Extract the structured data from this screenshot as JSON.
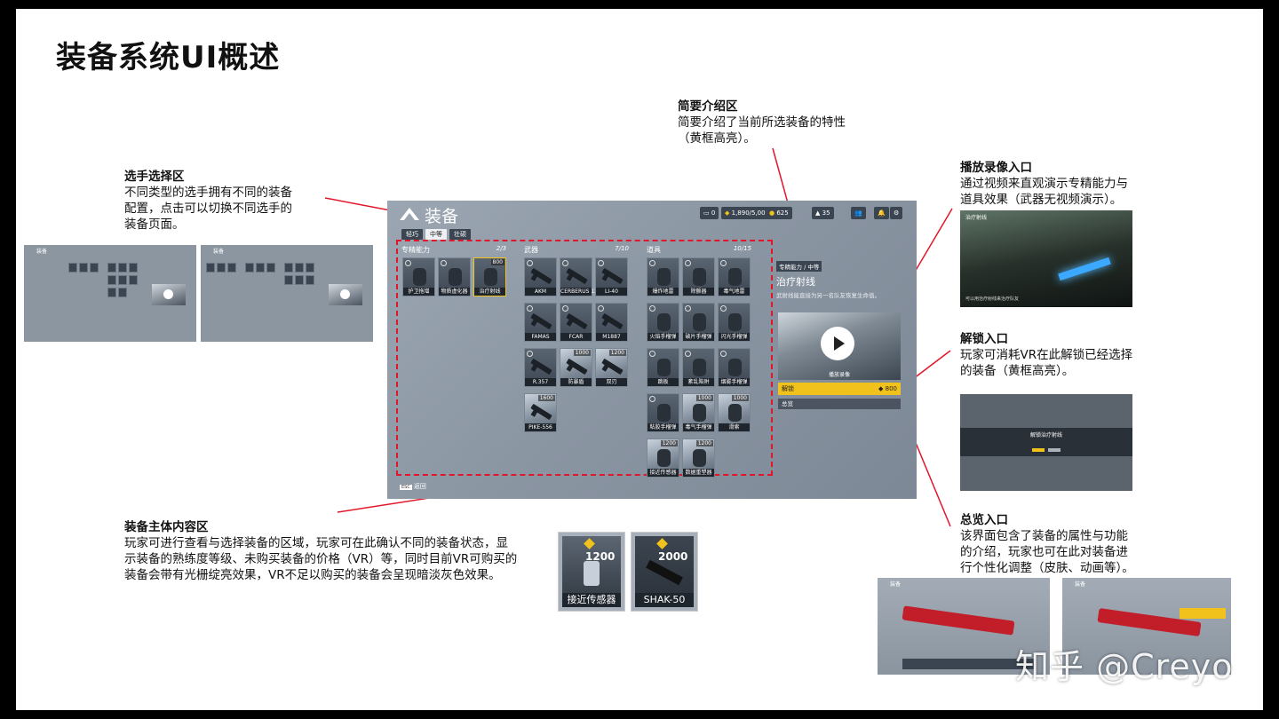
{
  "slide": {
    "title": "装备系统UI概述",
    "watermark": "知乎 @Creyo"
  },
  "annotations": {
    "intro": {
      "title": "简要介绍区",
      "lines": [
        "简要介绍了当前所选装备的特性",
        "（黄框高亮）。"
      ]
    },
    "player_select": {
      "title": "选手选择区",
      "lines": [
        "不同类型的选手拥有不同的装备",
        "配置，点击可以切换不同选手的",
        "装备页面。"
      ]
    },
    "video": {
      "title": "播放录像入口",
      "lines": [
        "通过视频来直观演示专精能力与",
        "道具效果（武器无视频演示）。"
      ]
    },
    "unlock": {
      "title": "解锁入口",
      "lines": [
        "玩家可消耗VR在此解锁已经选择",
        "的装备（黄框高亮）。"
      ]
    },
    "overview": {
      "title": "总览入口",
      "lines": [
        "该界面包含了装备的属性与功能",
        "的介绍，玩家也可在此对装备进",
        "行个性化调整（皮肤、动画等）。"
      ]
    },
    "main_content": {
      "title": "装备主体内容区",
      "lines": [
        "玩家可进行查看与选择装备的区域，玩家可在此确认不同的装备状态，显",
        "示装备的熟练度等级、未购买装备的价格（VR）等，同时目前VR可购买的",
        "装备会带有光栅绽亮效果，VR不足以购买的装备会呈现暗淡灰色效果。"
      ]
    }
  },
  "ui": {
    "title": "装备",
    "tabs": [
      "轻巧",
      "中等",
      "壮硕"
    ],
    "active_tab": "中等",
    "currency": {
      "tokens": "0",
      "vr": "1,890/5,000",
      "coins": "625",
      "level": "35"
    },
    "sections": {
      "specialty": {
        "label": "专精能力",
        "count": "2/3"
      },
      "weapons": {
        "label": "武器",
        "count": "7/10"
      },
      "items": {
        "label": "道具",
        "count": "10/15"
      }
    },
    "specialty_items": [
      {
        "name": "护卫拖增",
        "price": ""
      },
      {
        "name": "物质虚化器",
        "price": ""
      },
      {
        "name": "治疗射线",
        "price": "800"
      }
    ],
    "weapons": [
      {
        "name": "AKM",
        "price": ""
      },
      {
        "name": "CERBERUS 12GA",
        "price": ""
      },
      {
        "name": "LI-40",
        "price": ""
      },
      {
        "name": "FAMAS",
        "price": ""
      },
      {
        "name": "FCAR",
        "price": ""
      },
      {
        "name": "M1887",
        "price": ""
      },
      {
        "name": "R.357",
        "price": ""
      },
      {
        "name": "防暴盾",
        "price": "1000"
      },
      {
        "name": "双刃",
        "price": "1200"
      },
      {
        "name": "PIKE-556",
        "price": "1600"
      }
    ],
    "items": [
      {
        "name": "爆炸地雷",
        "price": ""
      },
      {
        "name": "除颤器",
        "price": ""
      },
      {
        "name": "毒气地雷",
        "price": ""
      },
      {
        "name": "火焰手榴弹",
        "price": ""
      },
      {
        "name": "破片手榴弹",
        "price": ""
      },
      {
        "name": "闪光手榴弹",
        "price": ""
      },
      {
        "name": "跳板",
        "price": ""
      },
      {
        "name": "紊乱陷阱",
        "price": ""
      },
      {
        "name": "烟雾手榴弹",
        "price": ""
      },
      {
        "name": "粘胶手榴弹",
        "price": ""
      },
      {
        "name": "毒气手榴弹",
        "price": "1000"
      },
      {
        "name": "滑索",
        "price": "1000"
      },
      {
        "name": "接近传感器",
        "price": "1200"
      },
      {
        "name": "数据重塑器",
        "price": "1200"
      }
    ],
    "detail": {
      "tag": "专精能力 / 中等",
      "name": "治疗射线",
      "desc": "武射线能直接为另一名队友恢复生命值。",
      "video_label": "播放录像",
      "unlock_label": "解锁",
      "unlock_price": "800",
      "overview_label": "总览"
    },
    "back_key": "ESC",
    "back_label": "返回"
  },
  "product_cards": [
    {
      "name": "接近传感器",
      "price": "1200"
    },
    {
      "name": "SHAK-50",
      "price": "2000"
    }
  ],
  "thumbnails": {
    "player_title": "装备",
    "video_title": "治疗射线",
    "video_caption": "可以用治疗射线来治疗队友",
    "lock_title": "解锁治疗射线"
  },
  "colors": {
    "highlight": "#f1c21b",
    "callout_line": "#e2162a",
    "panel": "#8a95a2"
  }
}
